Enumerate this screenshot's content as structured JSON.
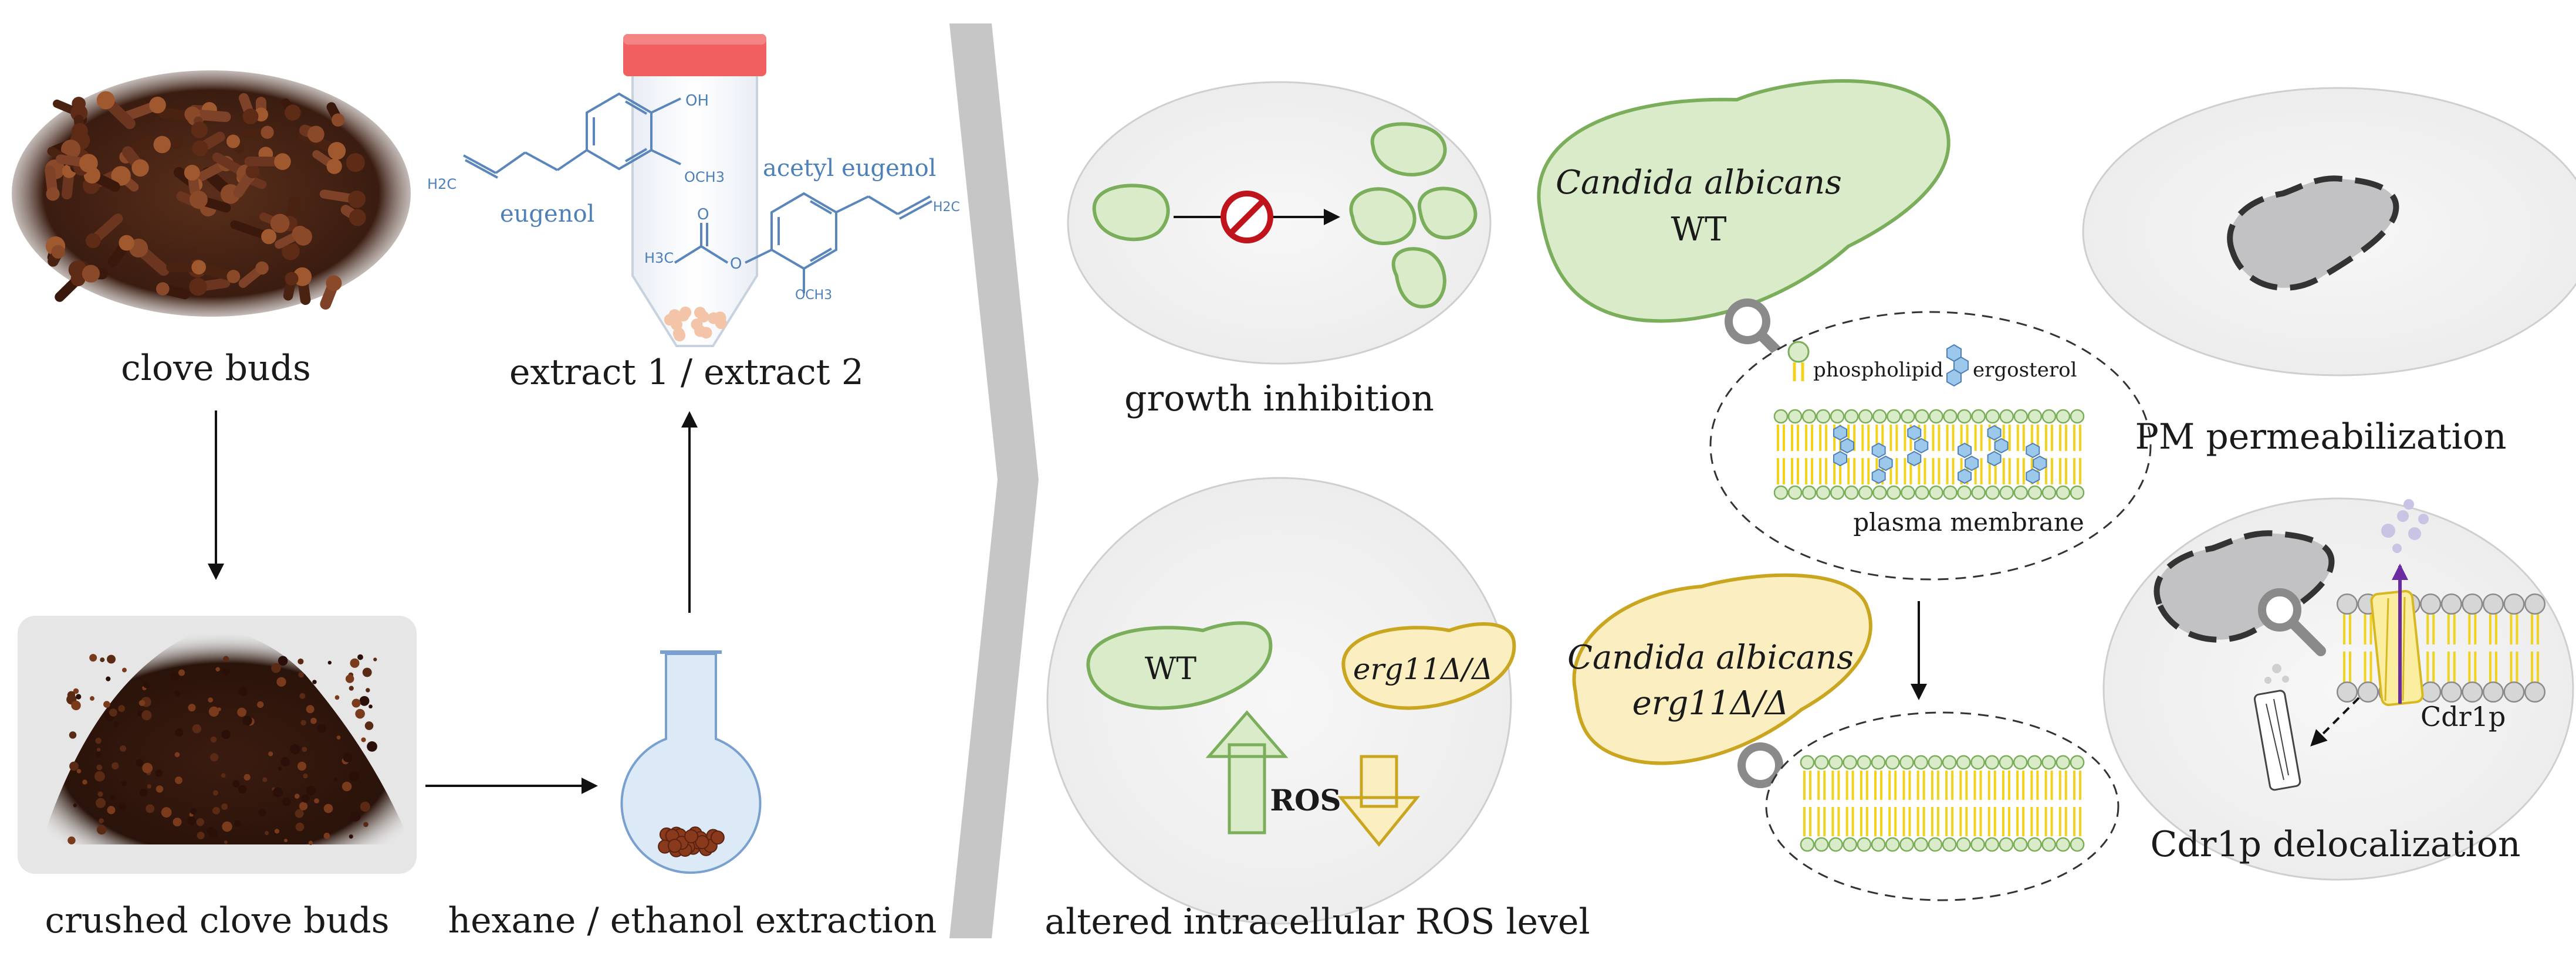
{
  "left_panel": {
    "clove_buds": "clove buds",
    "crushed_clove_buds": "crushed clove buds",
    "extraction": "hexane / ethanol extraction",
    "extract": "extract 1 / extract 2",
    "compound_1": "eugenol",
    "compound_2": "acetyl eugenol",
    "chem_labels": {
      "oh": "OH",
      "och3_a": "OCH3",
      "och3_b": "OCH3",
      "h2c_a": "H2C",
      "h3c": "H3C",
      "h2c_b": "H2C"
    }
  },
  "right_panel": {
    "growth_inhibition": "growth inhibition",
    "ros_level": "altered intracellular ROS level",
    "ros": "ROS",
    "wt_small": "WT",
    "erg_small": "erg11Δ/Δ",
    "species_wt": "Candida albicans",
    "strain_wt": "WT",
    "species_erg": "Candida albicans",
    "strain_erg": "erg11Δ/Δ",
    "phospholipid": "phospholipid",
    "ergosterol": "ergosterol",
    "plasma_membrane": "plasma membrane",
    "pm_permeabilization": "PM permeabilization",
    "cdr1p": "Cdr1p",
    "cdr1p_delocalization": "Cdr1p delocalization"
  },
  "colors": {
    "wt_fill": "#d9ebc8",
    "wt_stroke": "#7aae5a",
    "erg_fill": "#fbeec0",
    "erg_stroke": "#c9a520",
    "chem_blue": "#4d7fb8",
    "inhibit_red": "#c0141c",
    "membrane_yellow": "#f2d21a",
    "ergosterol_blue": "#9cc8ec",
    "divider_gray": "#c6c6c6"
  }
}
